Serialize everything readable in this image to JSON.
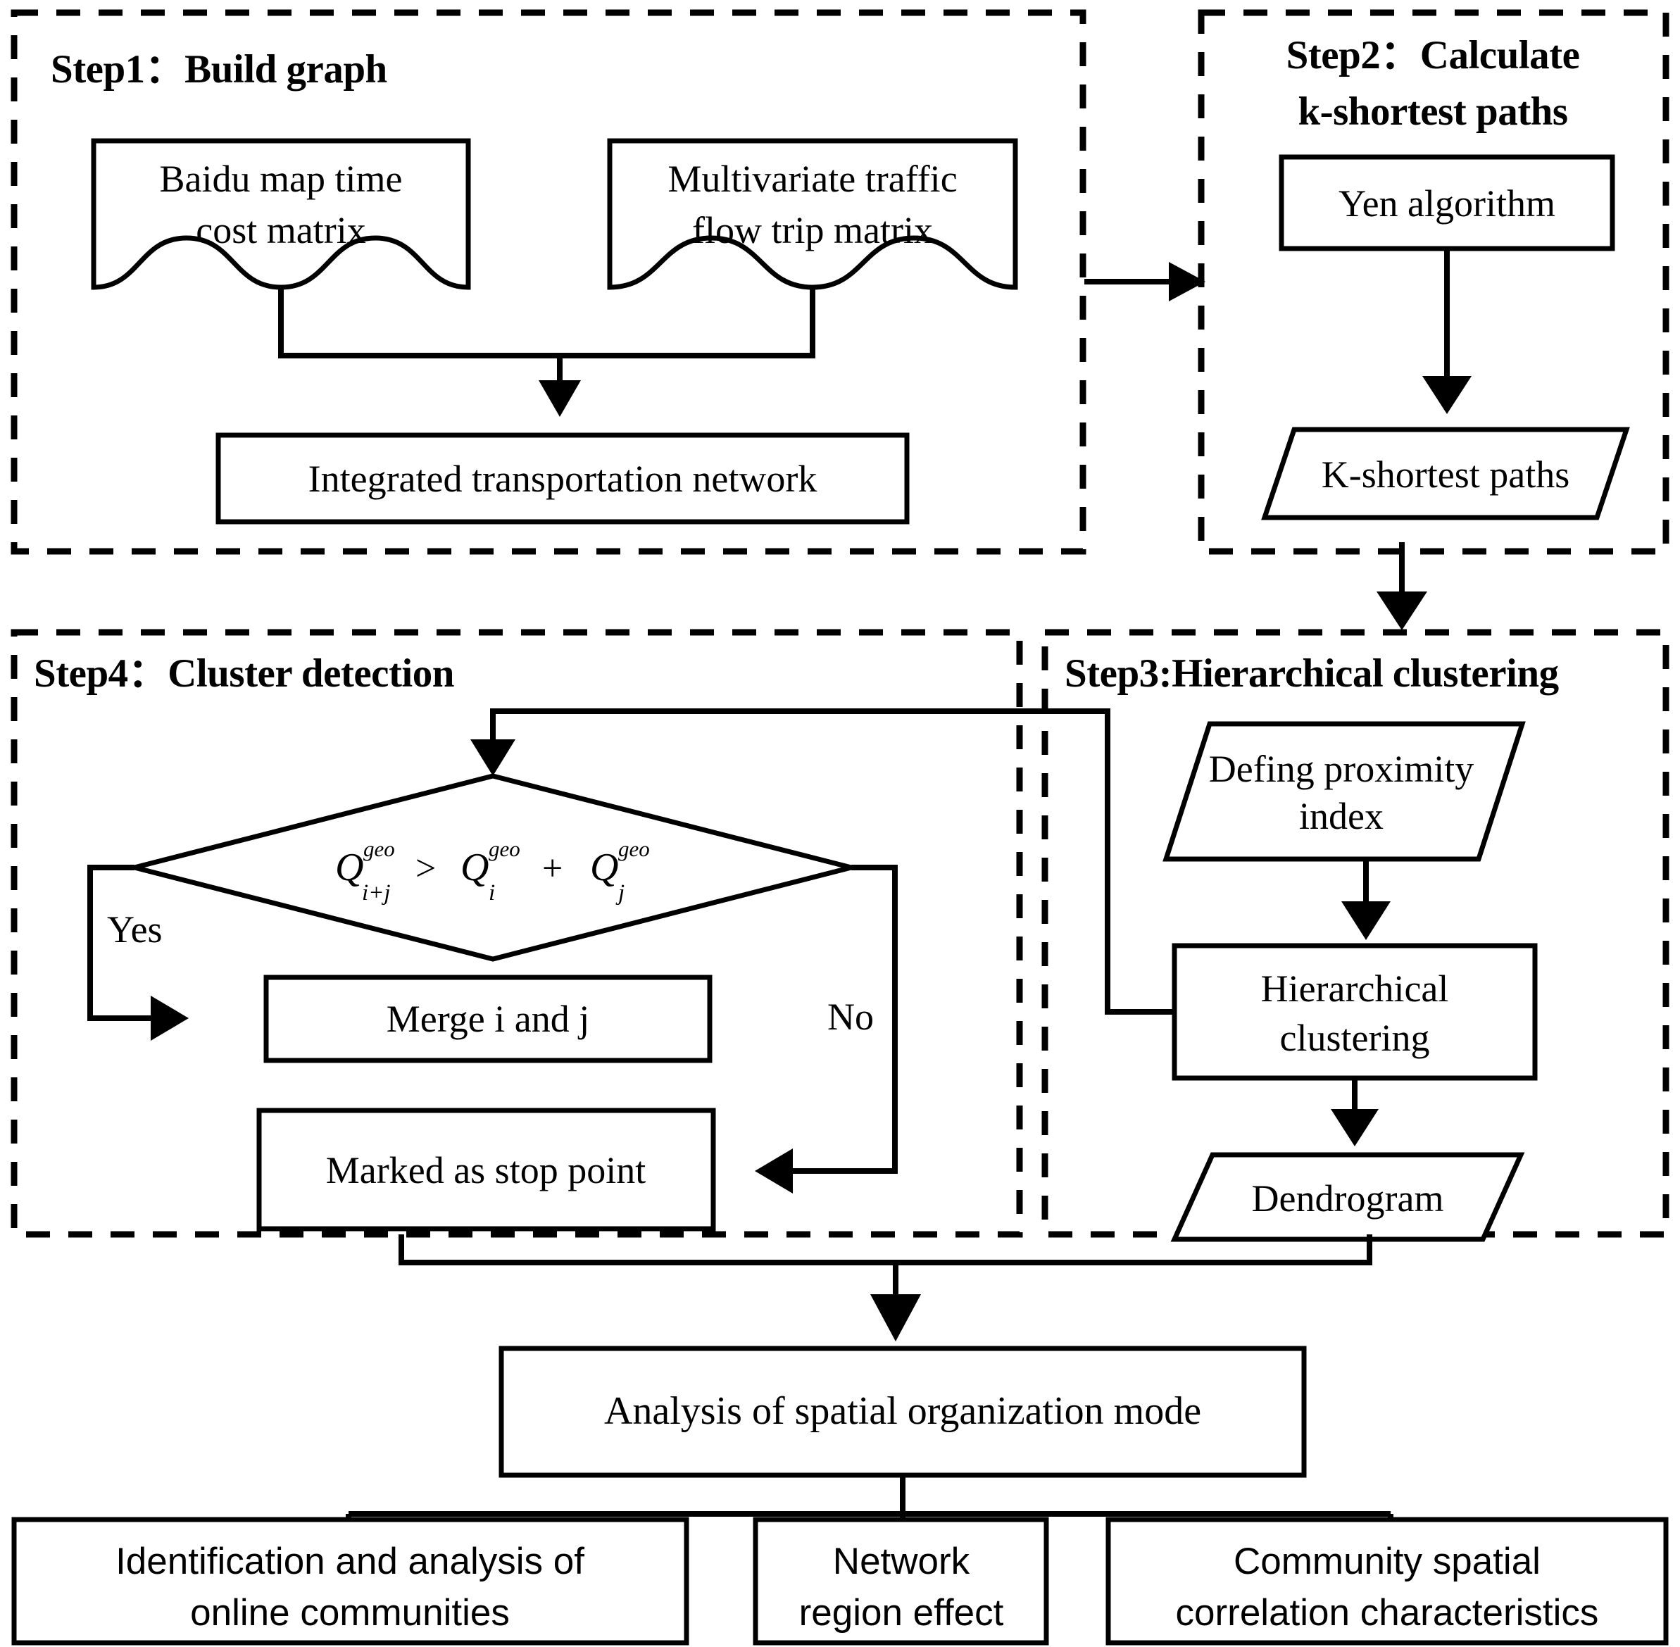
{
  "diagram": {
    "title": "Methodology flowchart: network construction, k-shortest paths, hierarchical clustering and cluster detection",
    "steps": {
      "step1": {
        "title": "Step1：Build graph",
        "nodes": {
          "baidu_matrix_line1": "Baidu map time",
          "baidu_matrix_line2": "cost matrix",
          "traffic_matrix_line1": "Multivariate traffic",
          "traffic_matrix_line2": "flow trip matrix",
          "integrated_network": "Integrated transportation network"
        }
      },
      "step2": {
        "title_line1": "Step2：Calculate",
        "title_line2": "k-shortest paths",
        "nodes": {
          "yen_algorithm": "Yen algorithm",
          "k_shortest_paths": "K-shortest paths"
        }
      },
      "step3": {
        "title": "Step3:Hierarchical   clustering",
        "nodes": {
          "defing_proximity_line1": "Defing proximity",
          "defing_proximity_line2": "index",
          "hierarchical_line1": "Hierarchical",
          "hierarchical_line2": "clustering",
          "dendrogram": "Dendrogram"
        }
      },
      "step4": {
        "title": "Step4：Cluster detection",
        "nodes": {
          "merge": "Merge i and j",
          "stop_point": "Marked as stop point"
        },
        "decision": {
          "q_symbol": "Q",
          "superscript": "geo",
          "sub_left": "i+j",
          "sub_mid": "i",
          "sub_right": "j",
          "gt": ">",
          "plus": "+",
          "full_text": "Q(geo, i+j) > Q(geo, i) + Q(geo, j)"
        },
        "labels": {
          "yes": "Yes",
          "no": "No"
        }
      }
    },
    "outcomes": {
      "analysis": "Analysis of spatial organization mode",
      "result1_line1": "Identification and analysis of",
      "result1_line2": "online communities",
      "result2_line1": "Network",
      "result2_line2": "region effect",
      "result3_line1": "Community spatial",
      "result3_line2": "correlation characteristics"
    },
    "colors": {
      "stroke": "#000000",
      "fill": "#ffffff",
      "background": "#ffffff"
    }
  }
}
